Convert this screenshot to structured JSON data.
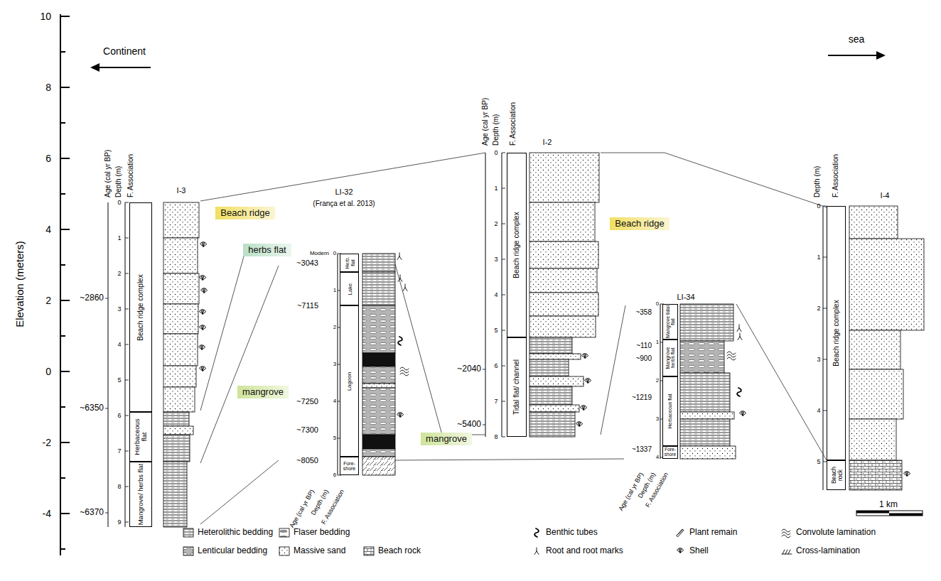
{
  "diagram": {
    "nodes": [
      {
        "text": [
          "Beach ridge complex"
        ]
      },
      {
        "text": [
          "Herbaceous flat"
        ]
      },
      {
        "text": [
          "Mangrove/ herbs flat"
        ]
      },
      {
        "text": [
          "Beach ridge"
        ]
      },
      {
        "text": [
          "herbs flat"
        ]
      },
      {
        "text": [
          "mangrove"
        ]
      },
      {
        "text": [
          "Herb. flat"
        ]
      },
      {
        "text": [
          "Lake"
        ]
      },
      {
        "text": [
          "Lagoon"
        ]
      },
      {
        "text": [
          "Fore- shore"
        ]
      },
      {
        "text": [
          "Beach ridge"
        ]
      },
      {
        "text": [
          "Beach ridge complex"
        ]
      },
      {
        "text": [
          "Tidal flat/ channel"
        ]
      },
      {
        "text": [
          "mangrove"
        ]
      },
      {
        "text": [
          "Mangrove tidal flat"
        ]
      },
      {
        "text": [
          "Mangrove herbs flat"
        ]
      },
      {
        "text": [
          "Herbaceous flat"
        ]
      },
      {
        "text": [
          "Fore- shore"
        ]
      },
      {
        "text": [
          "Beach ridge complex"
        ]
      },
      {
        "text": [
          "Beach rock"
        ]
      }
    ],
    "labels": [
      "10",
      "8",
      "6",
      "4",
      "2",
      "0",
      "-2",
      "-4",
      "Elevation (meters)",
      "Continent",
      "sea",
      "Age (cal yr BP)",
      "Depth (m)",
      "F. Association",
      "I-3",
      "0",
      "1",
      "2",
      "3",
      "4",
      "5",
      "6",
      "7",
      "8",
      "9",
      "~2860",
      "~6350",
      "~6370",
      "LI-32",
      "(França et al. 2013)",
      "Modern",
      "0",
      "1",
      "2",
      "3",
      "4",
      "5",
      "6",
      "~3043",
      "~7115",
      "~7250",
      "~7300",
      "~8050",
      "Age (cal yr BP)",
      "Depth (m)",
      "F. Association",
      "Age (cal yr BP)",
      "Depth (m)",
      "F. Association",
      "I-2",
      "0",
      "1",
      "2",
      "3",
      "4",
      "5",
      "6",
      "7",
      "8",
      "~2040",
      "~5400",
      "LI-34",
      "~358",
      "~110",
      "~900",
      "~1219",
      "~1337",
      "0",
      "1",
      "2",
      "3",
      "4",
      "Age (cal yr BP)",
      "Depth (m)",
      "F. Association",
      "Depth (m)",
      "F. Association",
      "I-4",
      "0",
      "1",
      "2",
      "3",
      "4",
      "5",
      "1 km"
    ],
    "legend": [
      {
        "text": "Heterolithic bedding"
      },
      {
        "text": "Flaser bedding"
      },
      {
        "text": "Benthic tubes"
      },
      {
        "text": "Plant remain"
      },
      {
        "text": "Convolute lamination"
      },
      {
        "text": "Lenticular bedding"
      },
      {
        "text": "Massive sand"
      },
      {
        "text": "Beach rock"
      },
      {
        "text": "Root and root marks"
      },
      {
        "text": "Shell"
      },
      {
        "text": "Cross-lamination"
      }
    ]
  }
}
